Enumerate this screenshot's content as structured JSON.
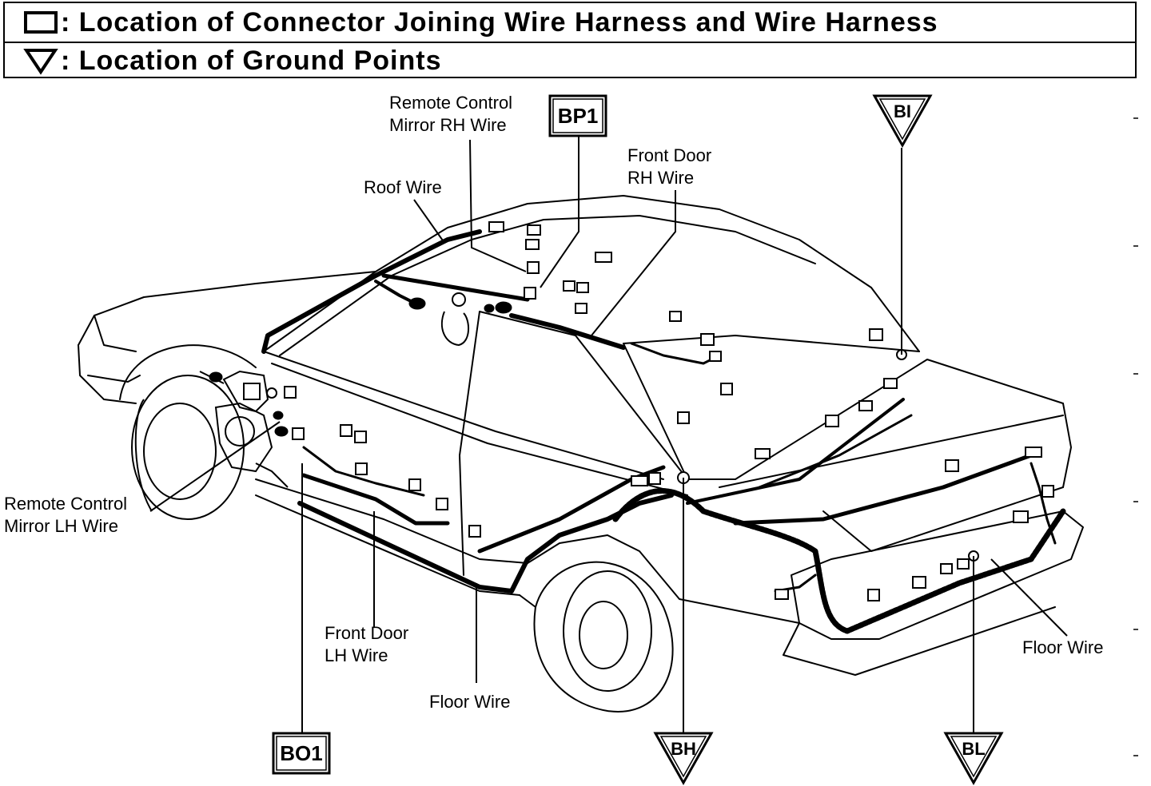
{
  "legend": {
    "connector_text": ": Location of Connector Joining Wire Harness and Wire Harness",
    "ground_text": ": Location of Ground Points"
  },
  "labels": {
    "remote_rh_1": "Remote Control",
    "remote_rh_2": "Mirror RH Wire",
    "roof": "Roof Wire",
    "front_door_rh_1": "Front Door",
    "front_door_rh_2": "RH Wire",
    "remote_lh_1": "Remote Control",
    "remote_lh_2": "Mirror LH Wire",
    "front_door_lh_1": "Front Door",
    "front_door_lh_2": "LH Wire",
    "floor_center": "Floor Wire",
    "floor_right": "Floor Wire"
  },
  "connectors": {
    "bp1": "BP1",
    "bo1": "BO1"
  },
  "grounds": {
    "bi": "BI",
    "bh": "BH",
    "bl": "BL"
  }
}
